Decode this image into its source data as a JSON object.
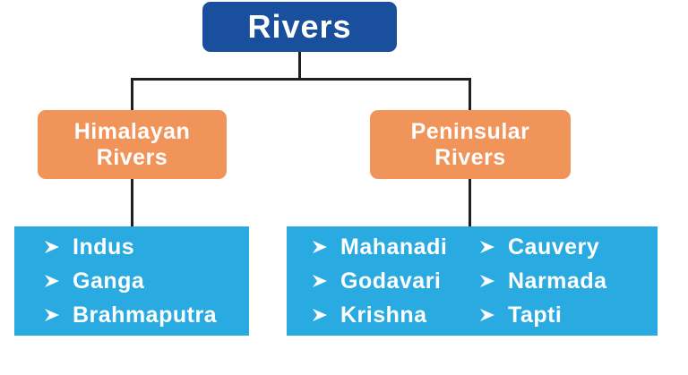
{
  "diagram": {
    "root": {
      "label": "Rivers"
    },
    "branches": [
      {
        "label": "Himalayan Rivers"
      },
      {
        "label": "Peninsular Rivers"
      }
    ],
    "leaves": [
      {
        "columns": [
          [
            "Indus",
            "Ganga",
            "Brahmaputra"
          ]
        ]
      },
      {
        "columns": [
          [
            "Mahanadi",
            "Godavari",
            "Krishna"
          ],
          [
            "Cauvery",
            "Narmada",
            "Tapti"
          ]
        ]
      }
    ],
    "bullet_icon": "arrowhead-right",
    "colors": {
      "background": "#ffffff",
      "root_bg": "#1a4f9d",
      "branch_bg": "#f0945a",
      "leaf_bg": "#29abe2",
      "text": "#ffffff",
      "line": "#1f1f1f"
    }
  }
}
